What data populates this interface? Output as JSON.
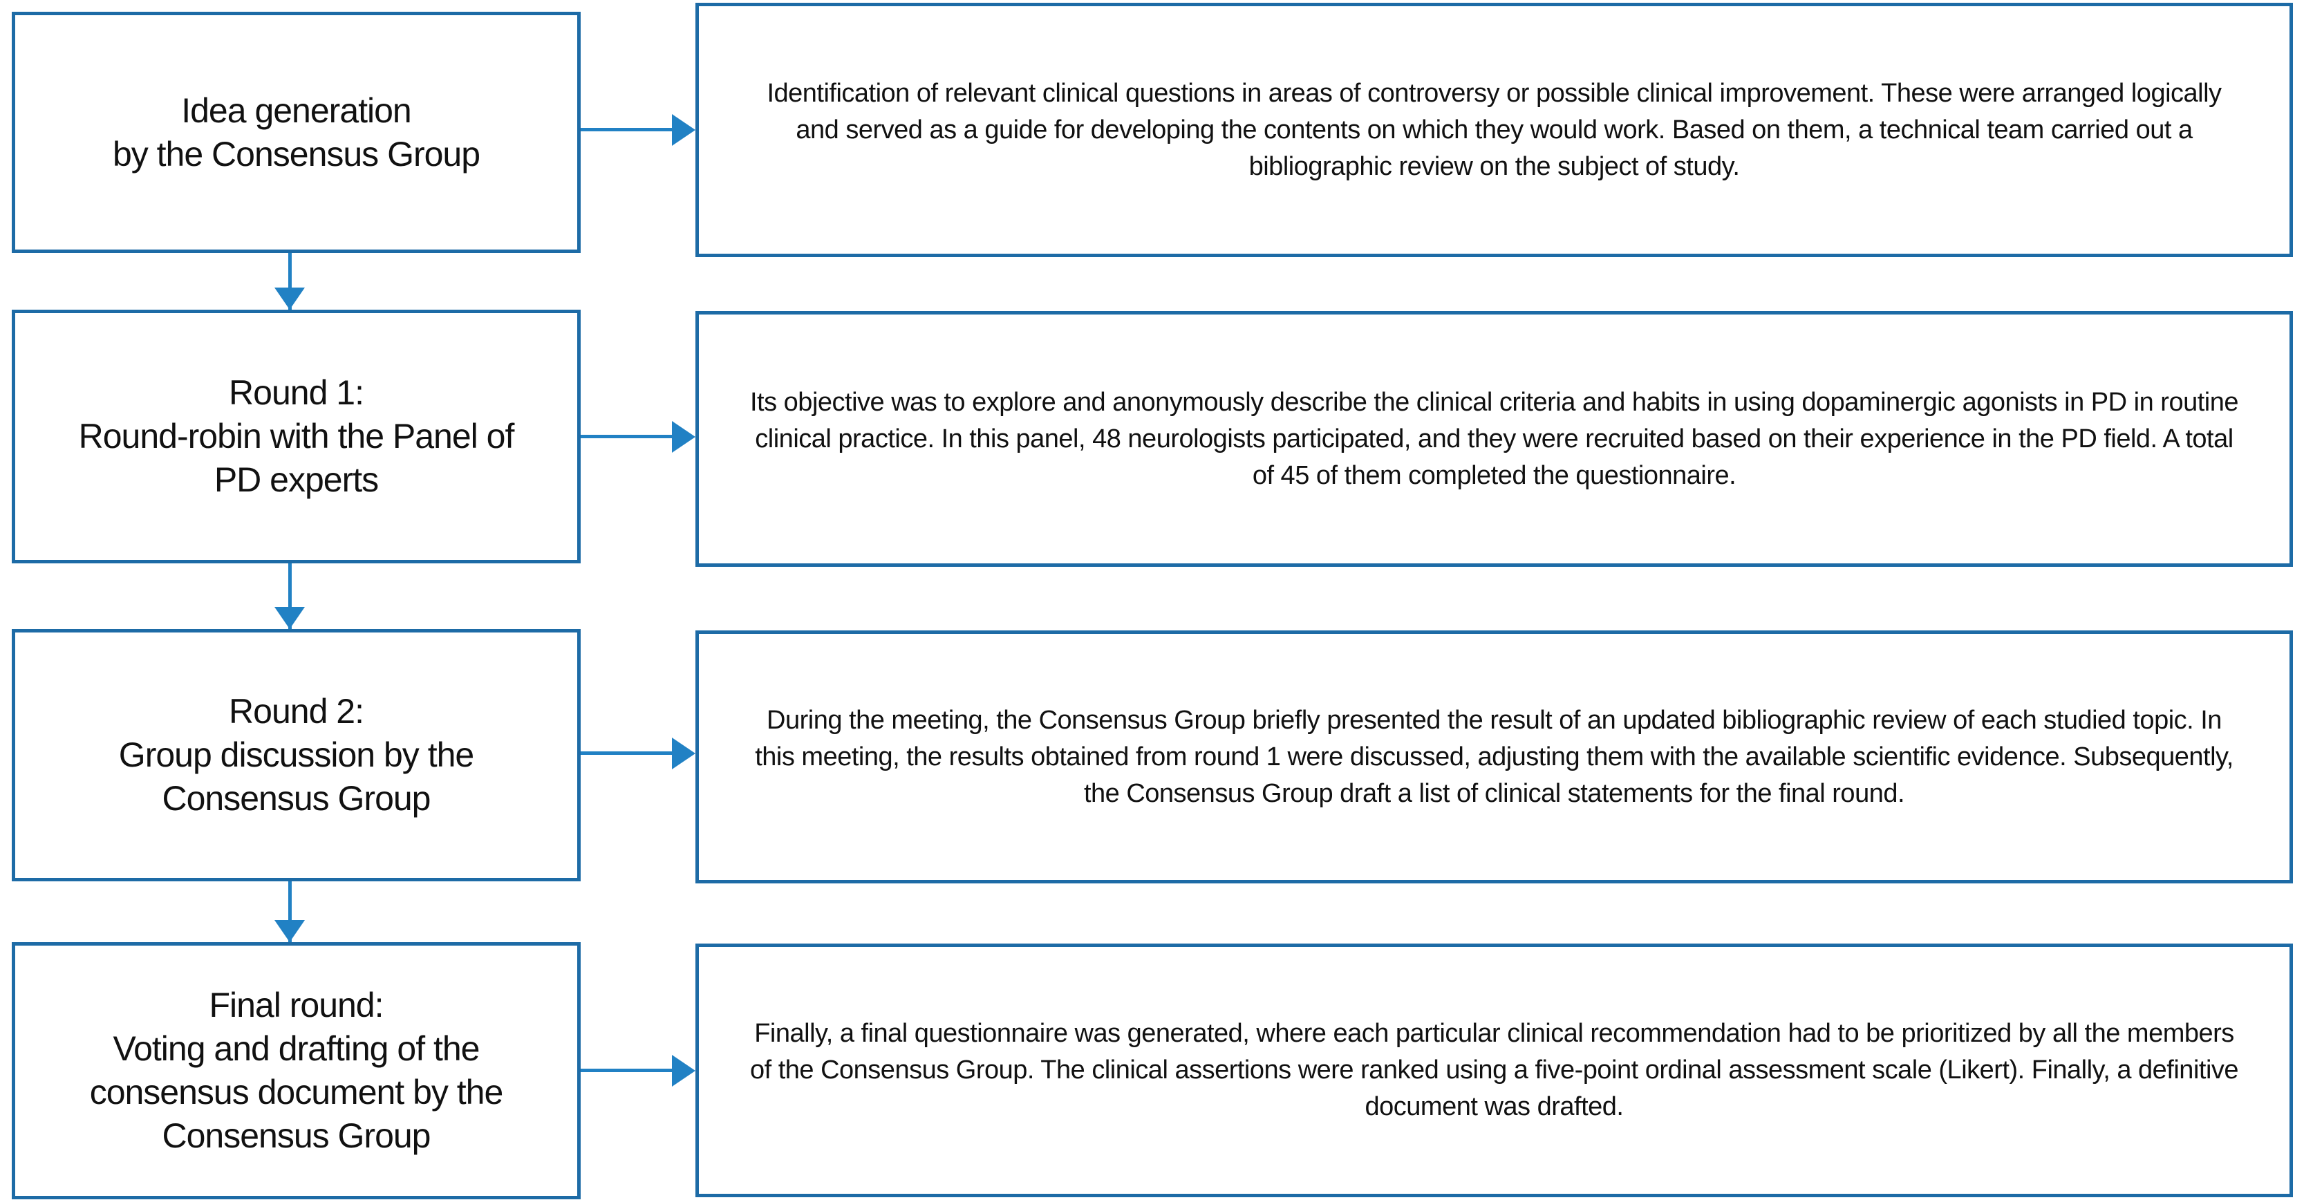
{
  "figure": {
    "type": "flowchart",
    "topic": "Delphi-style consensus methodology on dopaminergic agonists in Parkinson's disease"
  },
  "colors": {
    "box_border": "#1d6ba6",
    "arrow": "#2181c4",
    "text": "#111111",
    "background": "#ffffff"
  },
  "flowchart": {
    "rows": [
      {
        "step": {
          "lines": [
            "Idea generation",
            "by the Consensus Group"
          ]
        },
        "description": "Identification of relevant clinical questions in areas of controversy or possible clinical improvement. These were arranged logically and served as a guide for developing the contents on which they would work. Based on them, a technical team carried out a bibliographic review on the subject of study."
      },
      {
        "step": {
          "lines": [
            "Round 1:",
            "Round-robin with the Panel of",
            "PD experts"
          ]
        },
        "description": "Its objective was to explore and anonymously describe the clinical criteria and habits in using dopaminergic agonists in PD in routine clinical practice. In this panel, 48 neurologists participated, and they were recruited based on their experience in the PD field. A total of 45 of them completed the questionnaire."
      },
      {
        "step": {
          "lines": [
            "Round 2:",
            "Group discussion by the",
            "Consensus Group"
          ]
        },
        "description": "During the meeting, the Consensus Group briefly presented the result of an updated bibliographic review of each studied topic. In this meeting, the results obtained from round 1 were discussed, adjusting them with the available scientific evidence. Subsequently, the Consensus Group draft a list of clinical statements for the final round."
      },
      {
        "step": {
          "lines": [
            "Final round:",
            "Voting and drafting of the",
            "consensus document by the",
            "Consensus Group"
          ]
        },
        "description": "Finally, a final questionnaire was generated, where each particular clinical recommendation had to be prioritized by all the members of the Consensus Group. The clinical assertions were ranked using a five-point ordinal assessment scale (Likert). Finally, a definitive document was drafted."
      }
    ]
  }
}
